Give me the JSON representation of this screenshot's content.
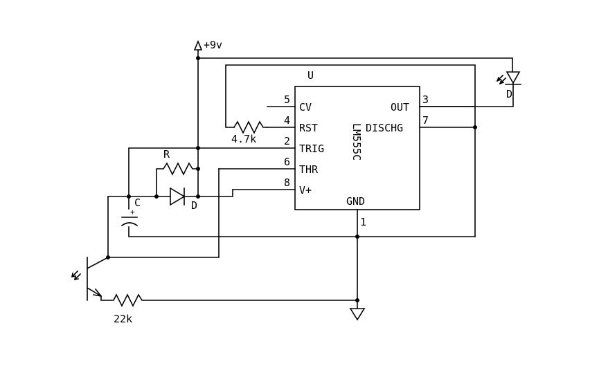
{
  "chip": {
    "designator": "U",
    "part": "LM555C",
    "pins": [
      {
        "num": "5",
        "name": "CV"
      },
      {
        "num": "4",
        "name": "RST"
      },
      {
        "num": "2",
        "name": "TRIG"
      },
      {
        "num": "6",
        "name": "THR"
      },
      {
        "num": "8",
        "name": "V+"
      },
      {
        "num": "3",
        "name": "OUT"
      },
      {
        "num": "7",
        "name": "DISCHG"
      },
      {
        "num": "1",
        "name": "GND"
      }
    ]
  },
  "supply": {
    "label": "+9v"
  },
  "components": {
    "reset_resistor": "4.7k",
    "timing_resistor": "R",
    "timing_diode": "D",
    "led": "D",
    "capacitor": "C",
    "cap_polarity": "+",
    "emitter_resistor": "22k"
  }
}
